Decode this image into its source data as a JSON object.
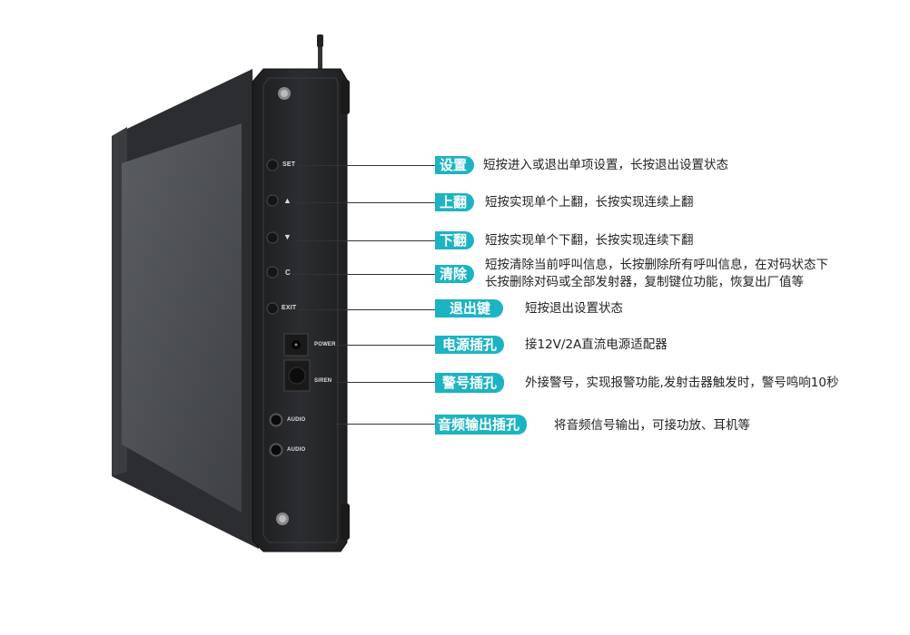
{
  "panel_labels": {
    "set": "SET",
    "up": "▲",
    "down": "▼",
    "clear": "C",
    "exit": "EXIT",
    "power": "POWER",
    "siren": "SIREN",
    "audio1": "AUDIO",
    "audio2": "AUDIO"
  },
  "callouts": [
    {
      "label": "设置",
      "desc": [
        "短按进入或退出单项设置，长按退出设置状态"
      ]
    },
    {
      "label": "上翻",
      "desc": [
        "短按实现单个上翻，长按实现连续上翻"
      ]
    },
    {
      "label": "下翻",
      "desc": [
        "短按实现单个下翻，长按实现连续下翻"
      ]
    },
    {
      "label": "清除",
      "desc": [
        "短按清除当前呼叫信息，长按删除所有呼叫信息，在对码状态下",
        "长按删除对码或全部发射器，复制键位功能，恢复出厂值等"
      ]
    },
    {
      "label": "退出键",
      "desc": [
        "短按退出设置状态"
      ]
    },
    {
      "label": "电源插孔",
      "desc": [
        "接12V/2A直流电源适配器"
      ]
    },
    {
      "label": "警号插孔",
      "desc": [
        "外接警号，实现报警功能,发射击器触发时，警号鸣响10秒"
      ]
    },
    {
      "label": "音频输出插孔",
      "desc": [
        "将音频信号输出，可接功放、耳机等"
      ]
    }
  ],
  "colors": {
    "accent": "#1db3c3",
    "device": "#2a2c2f"
  }
}
